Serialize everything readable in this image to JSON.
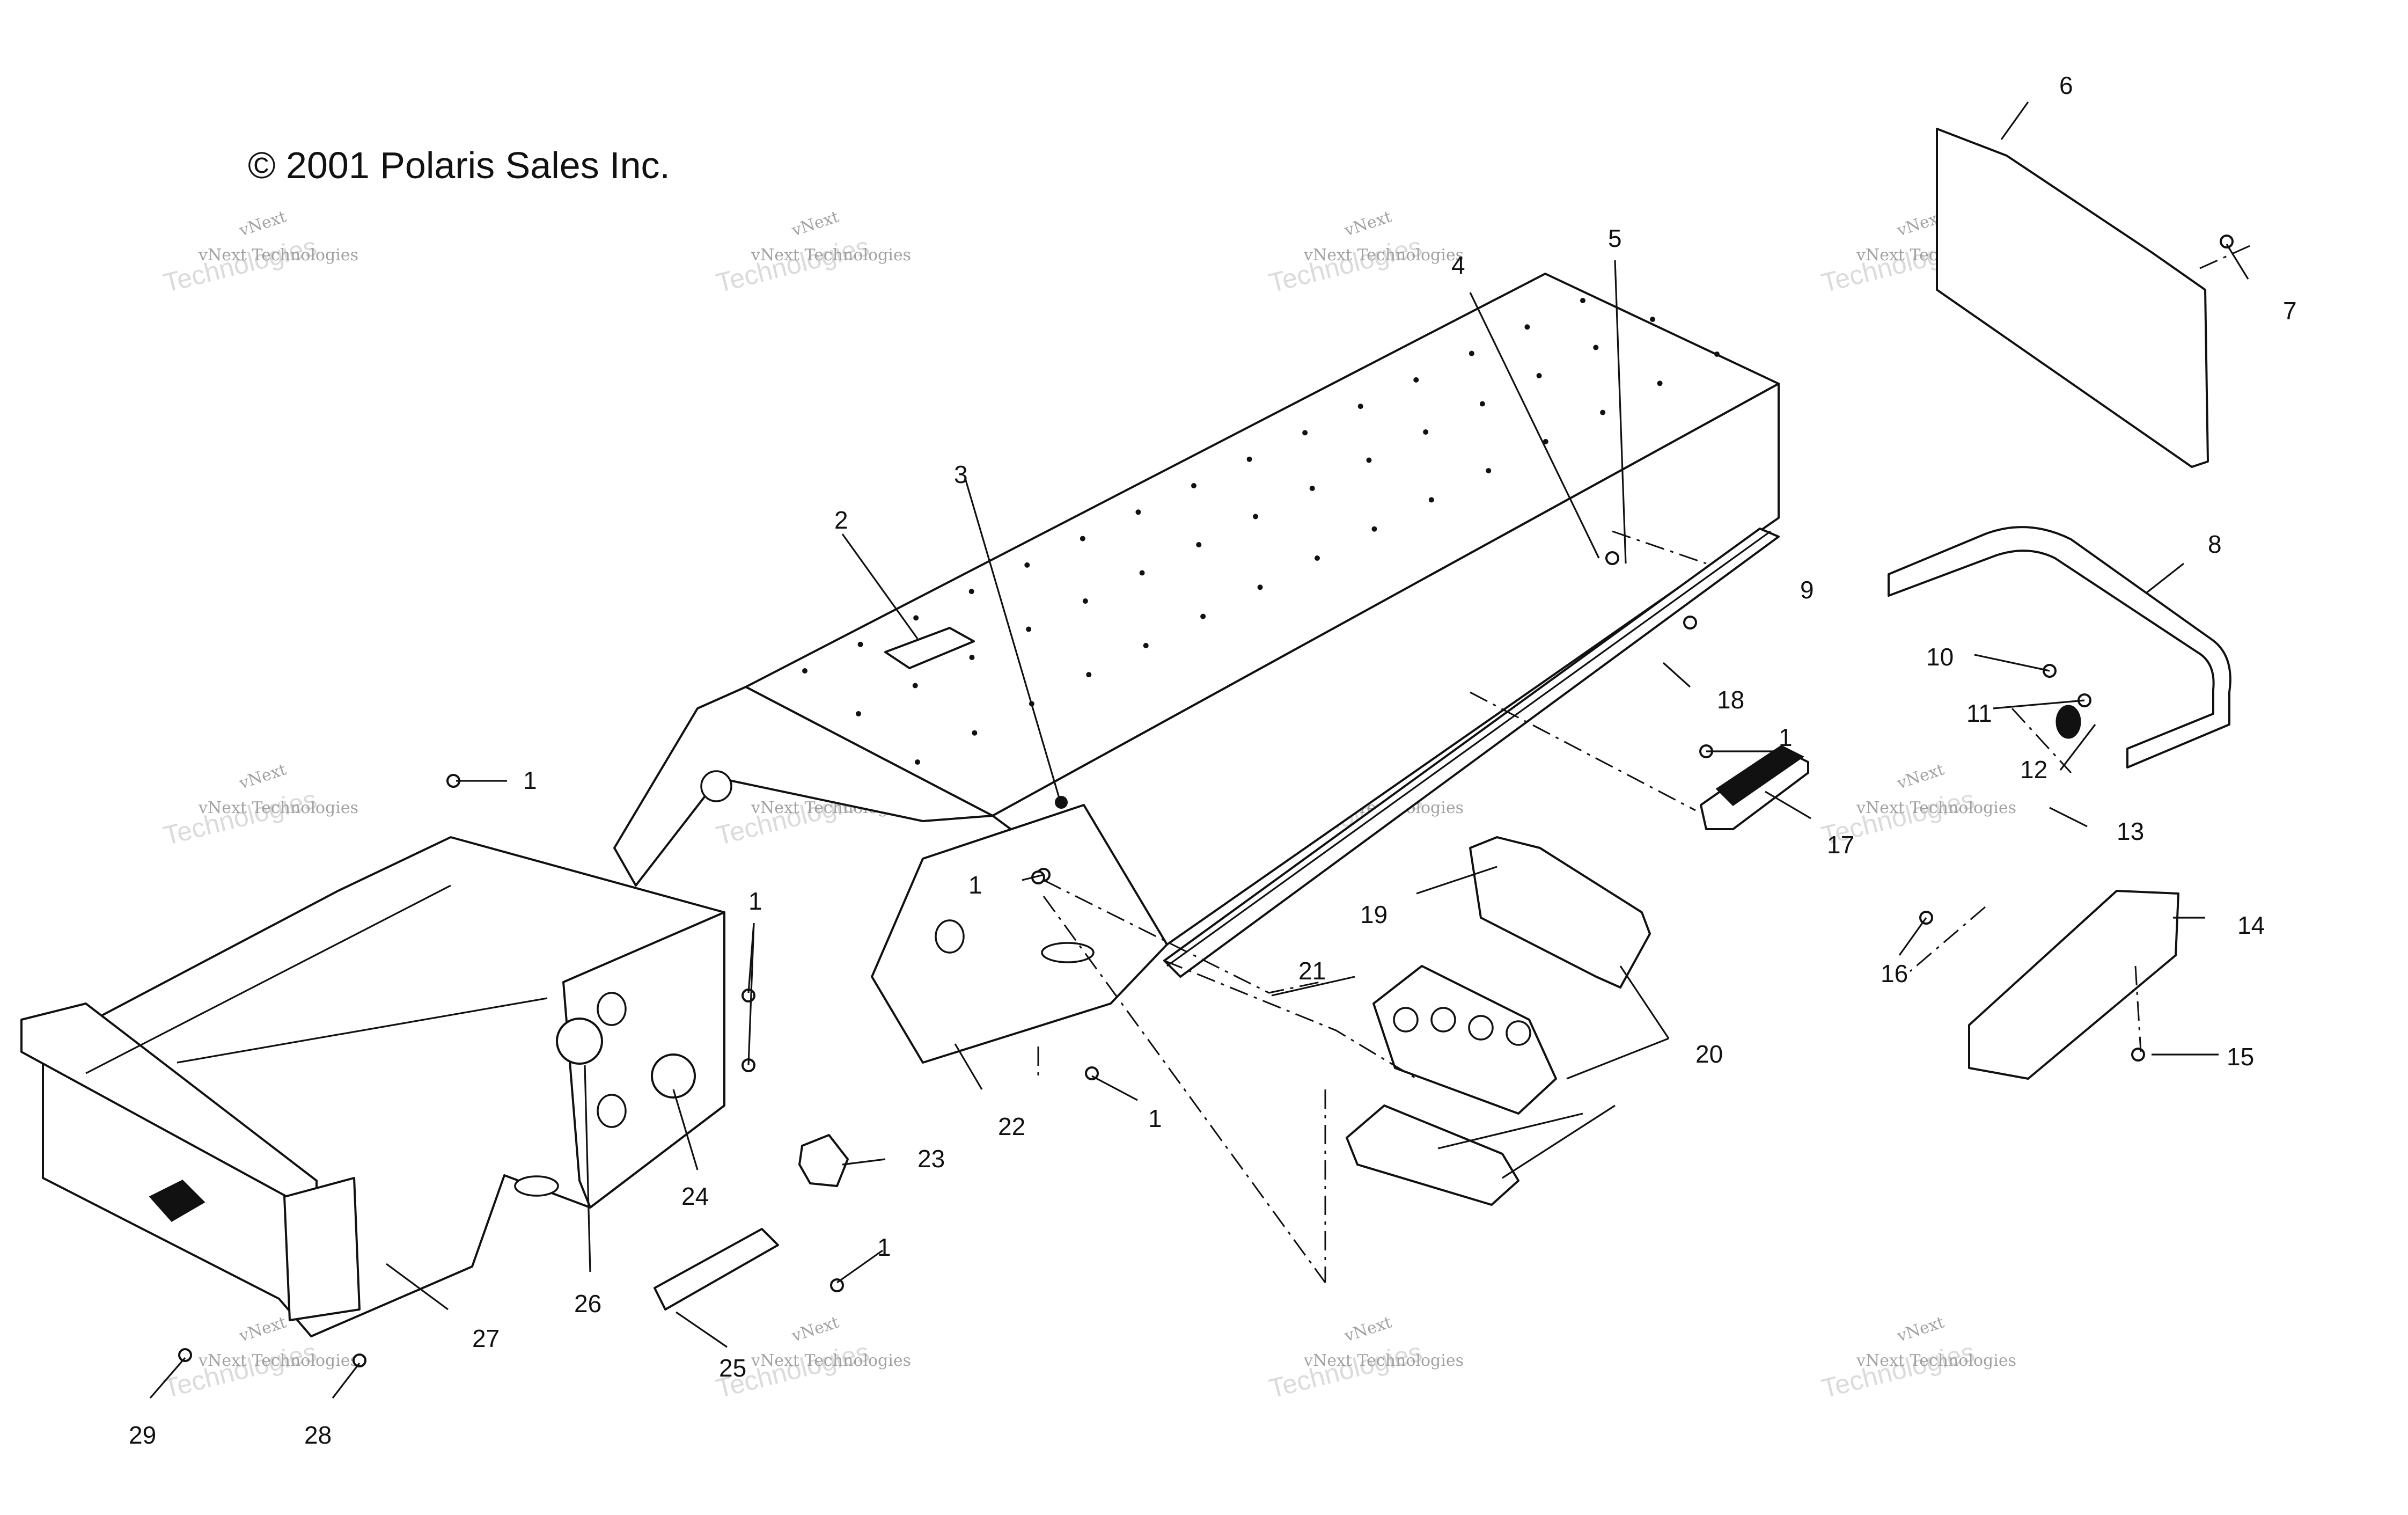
{
  "copyright": "© 2001 Polaris Sales Inc.",
  "watermark": {
    "line1": "vNext",
    "line2": "vNext Technologies",
    "line3": "Technologies"
  },
  "callouts": [
    {
      "id": "c1a",
      "text": "1"
    },
    {
      "id": "c1b",
      "text": "1"
    },
    {
      "id": "c1c",
      "text": "1"
    },
    {
      "id": "c1d",
      "text": "1"
    },
    {
      "id": "c1e",
      "text": "1"
    },
    {
      "id": "c1f",
      "text": "1"
    },
    {
      "id": "c2",
      "text": "2"
    },
    {
      "id": "c3",
      "text": "3"
    },
    {
      "id": "c4",
      "text": "4"
    },
    {
      "id": "c5",
      "text": "5"
    },
    {
      "id": "c6",
      "text": "6"
    },
    {
      "id": "c7",
      "text": "7"
    },
    {
      "id": "c8",
      "text": "8"
    },
    {
      "id": "c9",
      "text": "9"
    },
    {
      "id": "c10",
      "text": "10"
    },
    {
      "id": "c11",
      "text": "11"
    },
    {
      "id": "c12",
      "text": "12"
    },
    {
      "id": "c13",
      "text": "13"
    },
    {
      "id": "c14",
      "text": "14"
    },
    {
      "id": "c15",
      "text": "15"
    },
    {
      "id": "c16",
      "text": "16"
    },
    {
      "id": "c17",
      "text": "17"
    },
    {
      "id": "c18",
      "text": "18"
    },
    {
      "id": "c19",
      "text": "19"
    },
    {
      "id": "c20",
      "text": "20"
    },
    {
      "id": "c21",
      "text": "21"
    },
    {
      "id": "c22",
      "text": "22"
    },
    {
      "id": "c23",
      "text": "23"
    },
    {
      "id": "c24",
      "text": "24"
    },
    {
      "id": "c25",
      "text": "25"
    },
    {
      "id": "c26",
      "text": "26"
    },
    {
      "id": "c27",
      "text": "27"
    },
    {
      "id": "c28",
      "text": "28"
    },
    {
      "id": "c29",
      "text": "29"
    }
  ]
}
